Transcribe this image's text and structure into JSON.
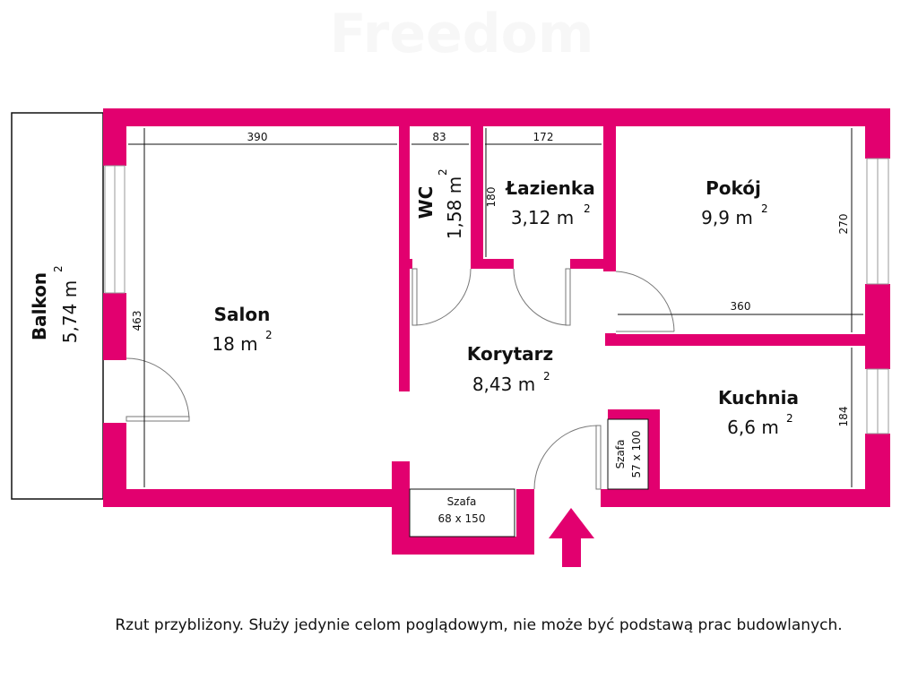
{
  "watermark": "Freedom",
  "accent_color": "#e2006f",
  "rooms": {
    "salon": {
      "name": "Salon",
      "area": "18 m",
      "exp": "2"
    },
    "wc": {
      "name": "WC",
      "area": "1,58 m",
      "exp": "2"
    },
    "lazienka": {
      "name": "Łazienka",
      "area": "3,12 m",
      "exp": "2"
    },
    "pokoj": {
      "name": "Pokój",
      "area": "9,9 m",
      "exp": "2"
    },
    "korytarz": {
      "name": "Korytarz",
      "area": "8,43 m",
      "exp": "2"
    },
    "kuchnia": {
      "name": "Kuchnia",
      "area": "6,6 m",
      "exp": "2"
    },
    "balkon": {
      "name": "Balkon",
      "area": "5,74 m",
      "exp": "2"
    }
  },
  "dimensions": {
    "salon_w": "390",
    "salon_h": "463",
    "wc_w": "83",
    "lazienka_w": "172",
    "lazienka_h": "180",
    "pokoj_w": "360",
    "pokoj_h": "270",
    "kuchnia_h": "184"
  },
  "closets": [
    {
      "label": "Szafa",
      "size": "68 x 150"
    },
    {
      "label": "Szafa",
      "size": "57 x 100"
    }
  ],
  "note": "Rzut przybliżony. Służy jedynie celom poglądowym, nie może być podstawą prac budowlanych."
}
